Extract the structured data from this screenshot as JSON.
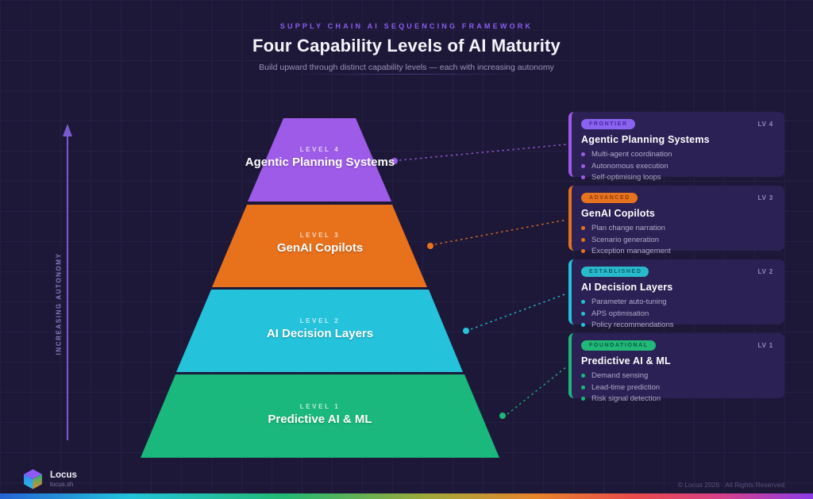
{
  "header": {
    "eyebrow": "SUPPLY CHAIN AI SEQUENCING FRAMEWORK",
    "title": "Four Capability Levels of AI Maturity",
    "subtitle": "Build upward through distinct capability levels — each with increasing autonomy"
  },
  "axis": {
    "label": "INCREASING AUTONOMY",
    "arrow_color": "#7a5ad0"
  },
  "pyramid": {
    "levels": [
      {
        "level_label": "LEVEL 4",
        "title": "Agentic Planning Systems",
        "color": "#9d5be8"
      },
      {
        "level_label": "LEVEL 3",
        "title": "GenAI Copilots",
        "color": "#e8711c"
      },
      {
        "level_label": "LEVEL 2",
        "title": "AI Decision Layers",
        "color": "#25c2db"
      },
      {
        "level_label": "LEVEL 1",
        "title": "Predictive AI & ML",
        "color": "#1ab87d"
      }
    ]
  },
  "cards": [
    {
      "badge": "FRONTIER",
      "lv": "LV 4",
      "title": "Agentic Planning Systems",
      "bullets": [
        "Multi-agent coordination",
        "Autonomous execution",
        "Self-optimising loops"
      ],
      "color": "#9d5be8",
      "badge_bg": "#8a63f0",
      "badge_text": "#46289e"
    },
    {
      "badge": "ADVANCED",
      "lv": "LV 3",
      "title": "GenAI Copilots",
      "bullets": [
        "Plan change narration",
        "Scenario generation",
        "Exception management"
      ],
      "color": "#e8711c",
      "badge_bg": "#e8731e",
      "badge_text": "#8f3c0a"
    },
    {
      "badge": "ESTABLISHED",
      "lv": "LV 2",
      "title": "AI Decision Layers",
      "bullets": [
        "Parameter auto-tuning",
        "APS optimisation",
        "Policy recommendations"
      ],
      "color": "#25c2db",
      "badge_bg": "#29b9cc",
      "badge_text": "#0c5c66"
    },
    {
      "badge": "FOUNDATIONAL",
      "lv": "LV 1",
      "title": "Predictive AI & ML",
      "bullets": [
        "Demand sensing",
        "Lead-time prediction",
        "Risk signal detection"
      ],
      "color": "#1ab87d",
      "badge_bg": "#21b879",
      "badge_text": "#0a5c3c"
    }
  ],
  "footer": {
    "brand": "Locus",
    "domain": "locus.sh",
    "copyright": "© Locus 2026 · All Rights Reserved",
    "logo_icon": "locus-cube-logo"
  }
}
